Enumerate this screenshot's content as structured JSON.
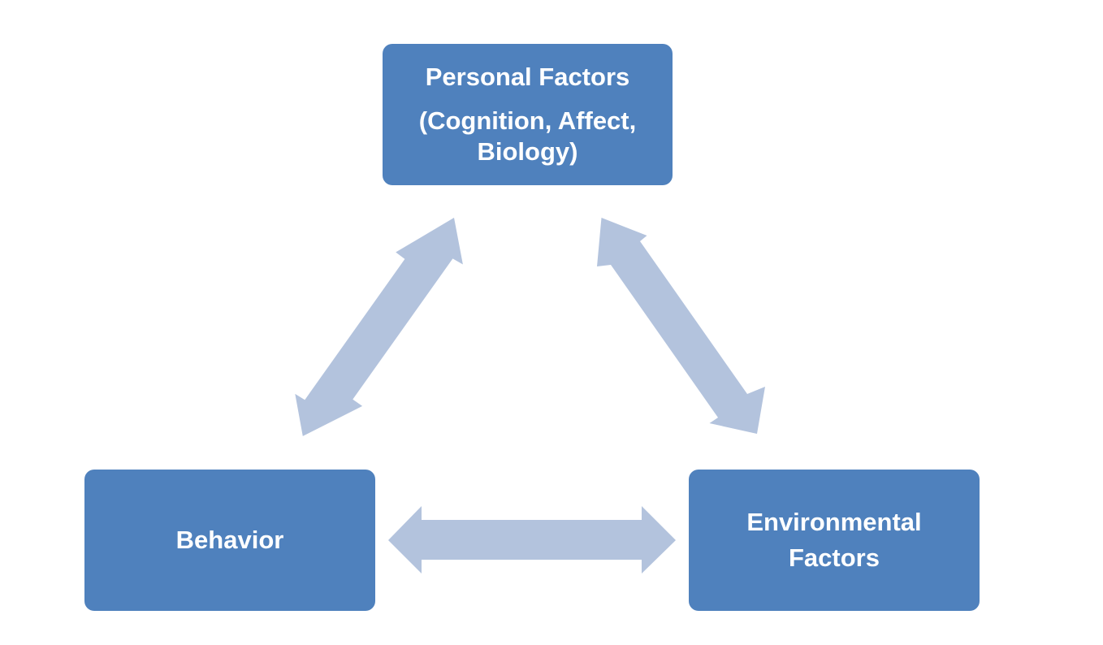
{
  "diagram": {
    "nodes": {
      "personal": {
        "line1": "Personal Factors",
        "line2": "(Cognition, Affect,",
        "line3": "Biology)"
      },
      "behavior": {
        "label": "Behavior"
      },
      "environment": {
        "line1": "Environmental",
        "line2": "Factors"
      }
    },
    "edges": [
      {
        "from": "behavior",
        "to": "personal",
        "direction": "bidirectional"
      },
      {
        "from": "personal",
        "to": "environment",
        "direction": "bidirectional"
      },
      {
        "from": "behavior",
        "to": "environment",
        "direction": "bidirectional"
      }
    ],
    "colors": {
      "node_fill": "#4f81bd",
      "node_text": "#ffffff",
      "arrow_fill": "#b3c3dd",
      "background": "#ffffff"
    }
  }
}
